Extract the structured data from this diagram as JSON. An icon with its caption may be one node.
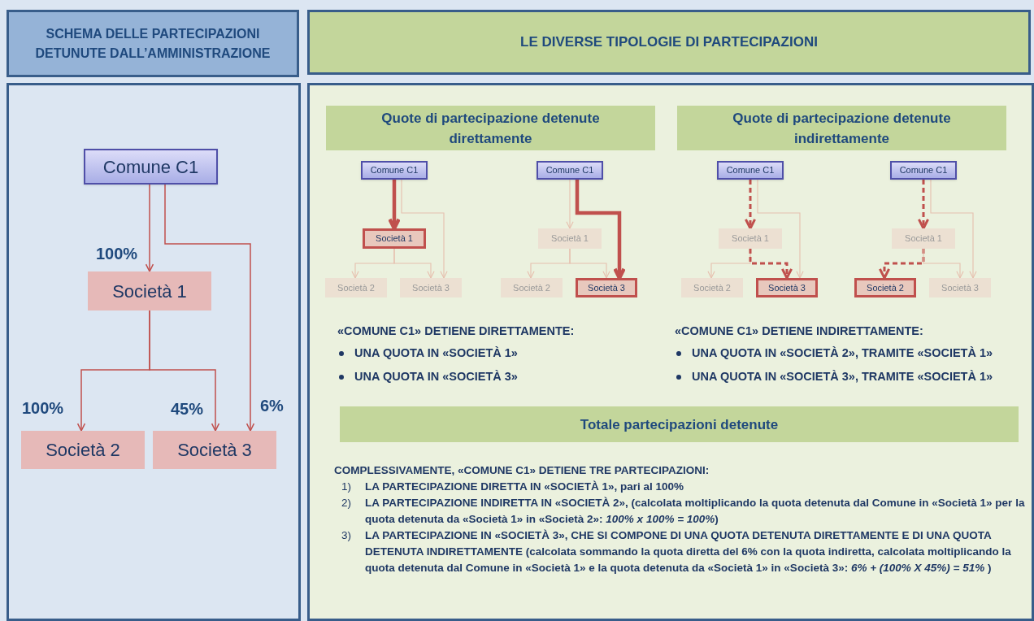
{
  "diagram": {
    "nodes": [
      {
        "text": [
          "SCHEMA DELLE PARTECIPAZIONI DETUNUTE DALL’AMMINISTRAZIONE"
        ]
      },
      {
        "text": [
          "LE DIVERSE TIPOLOGIE DI PARTECIPAZIONI"
        ]
      },
      {
        "text": [],
        "shape": "box"
      },
      {
        "text": [
          "Comune C1"
        ],
        "in": 2
      },
      {
        "text": [
          "Società 1"
        ],
        "in": 2
      },
      {
        "text": [
          "Società 2"
        ],
        "in": 2
      },
      {
        "text": [
          "Società 3"
        ],
        "in": 2
      },
      {
        "text": [],
        "shape": "box"
      },
      {
        "text": [
          "Quote di partecipazione detenute direttamente"
        ],
        "in": 7
      },
      {
        "text": [
          "Quote di partecipazione detenute indirettamente"
        ],
        "in": 7
      },
      {
        "text": [
          "Comune C1"
        ],
        "in": 7
      },
      {
        "text": [
          "Società 1"
        ],
        "in": 7
      },
      {
        "text": [
          "Società 2"
        ],
        "in": 7
      },
      {
        "text": [
          "Società 3"
        ],
        "in": 7
      },
      {
        "text": [
          "Comune C1"
        ],
        "in": 7
      },
      {
        "text": [
          "Società 1"
        ],
        "in": 7
      },
      {
        "text": [
          "Società 2"
        ],
        "in": 7
      },
      {
        "text": [
          "Società 3"
        ],
        "in": 7
      },
      {
        "text": [
          "Comune C1"
        ],
        "in": 7
      },
      {
        "text": [
          "Società 1"
        ],
        "in": 7
      },
      {
        "text": [
          "Società 2"
        ],
        "in": 7
      },
      {
        "text": [
          "Società 3"
        ],
        "in": 7
      },
      {
        "text": [
          "Comune C1"
        ],
        "in": 7
      },
      {
        "text": [
          "Società 1"
        ],
        "in": 7
      },
      {
        "text": [
          "Società 2"
        ],
        "in": 7
      },
      {
        "text": [
          "Società 3"
        ],
        "in": 7
      },
      {
        "text": [
          "Totale partecipazioni detenute"
        ],
        "in": 7
      }
    ],
    "edges": [
      {
        "from": 3,
        "to": 4,
        "arrow": "to",
        "label": "100%"
      },
      {
        "from": 4,
        "to": 5,
        "arrow": "to",
        "label": "100%"
      },
      {
        "from": 4,
        "to": 6,
        "arrow": "to",
        "label": "45%"
      },
      {
        "from": 3,
        "to": 6,
        "arrow": "to",
        "label": "6%"
      },
      {
        "from": 10,
        "to": 11,
        "arrow": "to",
        "style": "thick"
      },
      {
        "from": 10,
        "to": 13,
        "arrow": "to",
        "color": "#e6bfae"
      },
      {
        "from": 11,
        "to": 12,
        "arrow": "to",
        "color": "#e6bfae"
      },
      {
        "from": 11,
        "to": 13,
        "arrow": "to",
        "color": "#e6bfae"
      },
      {
        "from": 14,
        "to": 15,
        "arrow": "to",
        "color": "#e6bfae"
      },
      {
        "from": 14,
        "to": 17,
        "arrow": "to",
        "style": "thick"
      },
      {
        "from": 15,
        "to": 16,
        "arrow": "to",
        "color": "#e6bfae"
      },
      {
        "from": 15,
        "to": 17,
        "arrow": "to",
        "color": "#e6bfae"
      },
      {
        "from": 18,
        "to": 19,
        "arrow": "to",
        "style": "dashed"
      },
      {
        "from": 18,
        "to": 21,
        "arrow": "to",
        "color": "#e6bfae"
      },
      {
        "from": 19,
        "to": 20,
        "arrow": "to",
        "color": "#e6bfae"
      },
      {
        "from": 19,
        "to": 21,
        "arrow": "to",
        "style": "dashed"
      },
      {
        "from": 22,
        "to": 23,
        "arrow": "to",
        "style": "dashed"
      },
      {
        "from": 22,
        "to": 25,
        "arrow": "to",
        "color": "#e6bfae"
      },
      {
        "from": 23,
        "to": 24,
        "arrow": "to",
        "style": "dashed"
      },
      {
        "from": 23,
        "to": 25,
        "arrow": "to",
        "color": "#e6bfae"
      }
    ],
    "labels": [
      "«COMUNE C1» DETIENE DIRETTAMENTE:",
      "UNA QUOTA IN «SOCIETÀ 1»",
      "UNA QUOTA IN «SOCIETÀ 3»",
      "«COMUNE C1» DETIENE INDIRETTAMENTE:",
      "UNA QUOTA IN «SOCIETÀ 2», TRAMITE «SOCIETÀ 1»",
      "UNA QUOTA IN «SOCIETÀ 3», TRAMITE «SOCIETÀ 1»",
      "COMPLESSIVAMENTE, «COMUNE C1» DETIENE TRE PARTECIPAZIONI:",
      "1)",
      "LA PARTECIPAZIONE DIRETTA IN «SOCIETÀ 1», pari al 100%",
      "2)",
      "LA PARTECIPAZIONE INDIRETTA IN «SOCIETÀ 2», (calcolata moltiplicando la quota detenuta dal Comune in «Società 1» per la quota detenuta da «Società 1» in «Società 2»: *100% x 100% = 100%*)",
      "3)",
      "LA PARTECIPAZIONE IN «SOCIETÀ 3», CHE SI COMPONE DI UNA QUOTA DETENUTA DIRETTAMENTE E DI UNA QUOTA DETENUTA INDIRETTAMENTE (calcolata sommando la quota diretta del 6% con la quota indiretta, calcolata moltiplicando la quota detenuta dal Comune in «Società 1» e la quota detenuta da «Società 1» in «Società 3»: *6% + (100% X 45%) = 51%* )"
    ]
  }
}
